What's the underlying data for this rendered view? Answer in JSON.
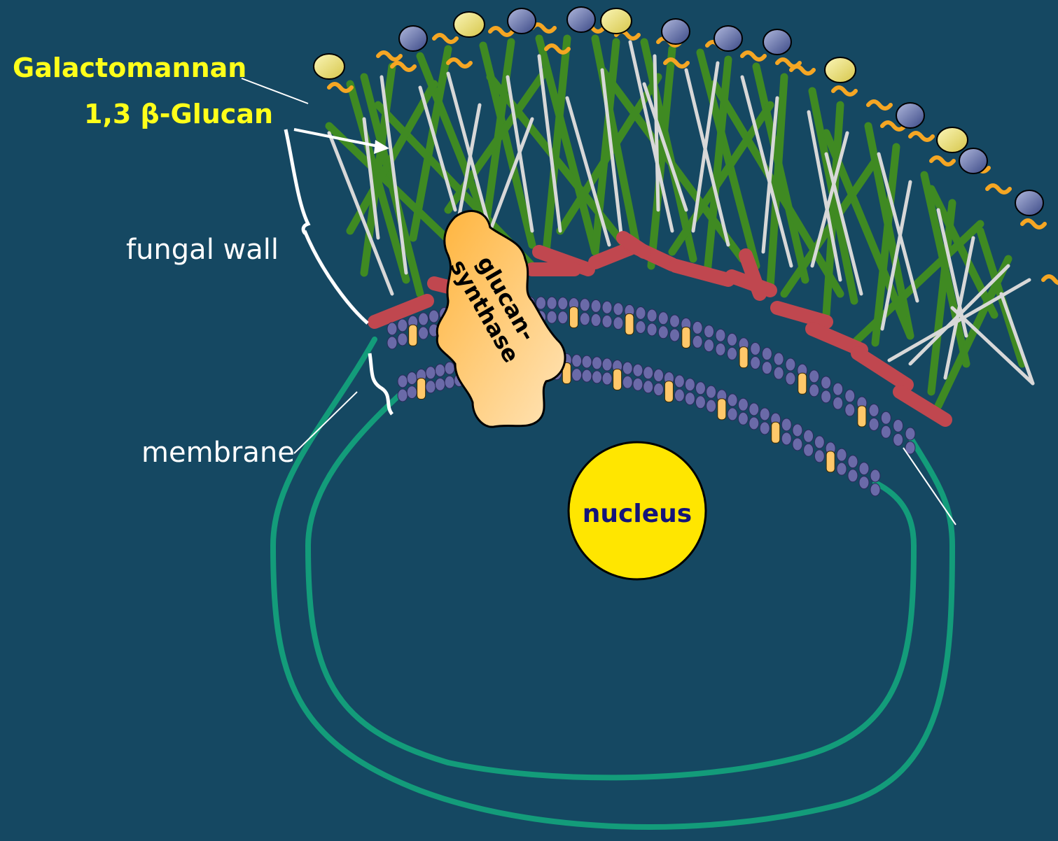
{
  "labels": {
    "galactomannan": "Galactomannan",
    "glucan": "1,3 β-Glucan",
    "fungal_wall": "fungal wall",
    "membrane": "membrane",
    "glucan_synthase_line1": "glucan-",
    "glucan_synthase_line2": "synthase",
    "nucleus": "nucleus"
  },
  "colors": {
    "background": "#154862",
    "label_yellow": "#ffff1a",
    "label_white": "#ffffff",
    "glucan_chain": "#3f8a22",
    "other_chain": "#d8d8d8",
    "mannoprotein": "#c0474f",
    "cell_outline": "#139c7a",
    "nucleus_fill": "#ffe600",
    "nucleus_text": "#14147a",
    "synthase_fill": "#ffc04a",
    "lipid_head": "#6a6aa8",
    "membrane_protein": "#ffc86a",
    "galactomannan_curl": "#f5a623",
    "galactomannan_blob_yellow": "#ebe07a",
    "galactomannan_blob_blue": "#5868a0"
  }
}
